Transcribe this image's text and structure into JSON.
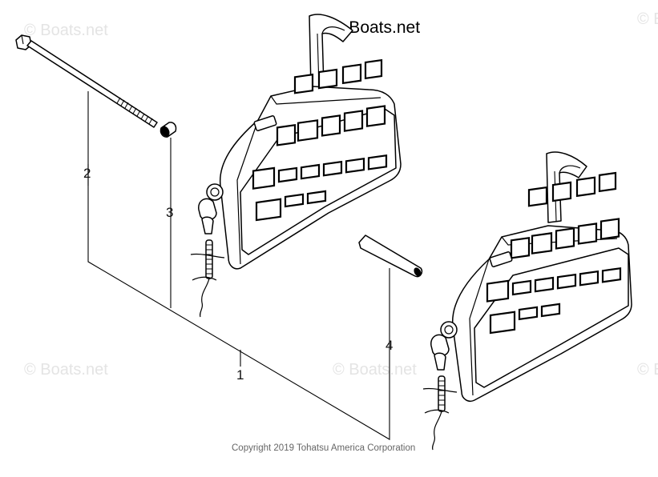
{
  "watermarks": {
    "main": "© Boats.net",
    "faint": "© Boats.net"
  },
  "copyright": "Copyright 2019 Tohatsu America Corporation",
  "callouts": {
    "one": "1",
    "two": "2",
    "three": "3",
    "four": "4"
  },
  "colors": {
    "line": "#000000",
    "watermark": "#e4e4e4",
    "copyright": "#666666"
  }
}
